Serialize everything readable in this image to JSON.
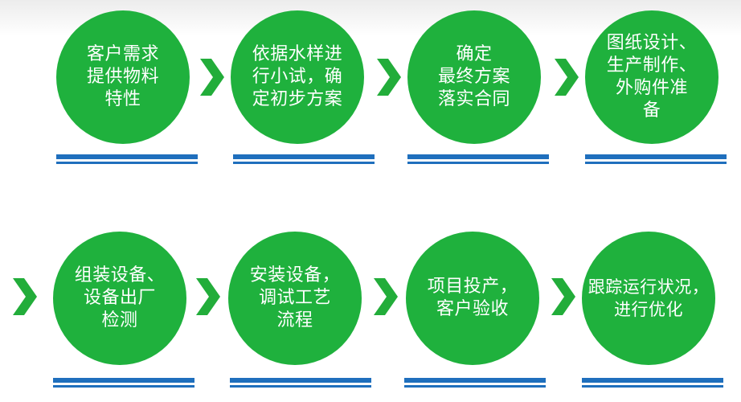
{
  "colors": {
    "circle": "#1fb13d",
    "chevron": "#22ad3a",
    "bar": "#1f6fbd"
  },
  "flow": {
    "row1": [
      {
        "label": "客户需求\n提供物料\n特性"
      },
      {
        "label": "依据水样进\n行小试，确\n定初步方案"
      },
      {
        "label": "确定\n最终方案\n落实合同"
      },
      {
        "label": "图纸设计、\n生产制作、\n外购件准\n备"
      }
    ],
    "row2": [
      {
        "label": "组装设备、\n设备出厂\n检测"
      },
      {
        "label": "安装设备，\n调试工艺\n流程"
      },
      {
        "label": "项目投产，\n客户验收"
      },
      {
        "label": "跟踪运行状况，\n进行优化"
      }
    ]
  }
}
